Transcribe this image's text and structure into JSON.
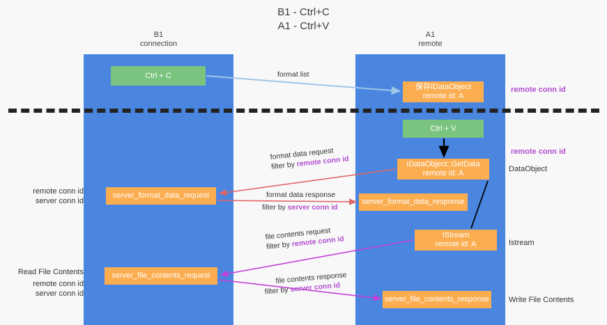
{
  "title": {
    "line1": "B1 - Ctrl+C",
    "line2": "A1 - Ctrl+V"
  },
  "lanes": [
    {
      "name": "B1",
      "role": "connection",
      "color": "#4a86e0"
    },
    {
      "name": "A1",
      "role": "remote",
      "color": "#4a86e0"
    }
  ],
  "colors": {
    "lane": "#4a86e0",
    "box_orange": "#fbad50",
    "box_green": "#7bc47f",
    "remote_conn_id": "#b24fcf",
    "server_conn_id": "#6aa84f",
    "arrow_format": "#e06666",
    "arrow_file": "#c23fd6",
    "arrow_list": "#9fc5e8",
    "arrow_black": "#000000",
    "divider": "#222222"
  },
  "boxes": {
    "ctrl_c": {
      "label": "Ctrl + C",
      "style": "green"
    },
    "data_object": {
      "line1": "保存IDataObject",
      "line2": "remote id: A",
      "style": "orange"
    },
    "ctrl_v": {
      "label": "Ctrl + V",
      "style": "green"
    },
    "get_data": {
      "line1": "IDataObject::GetData",
      "line2": "remote id: A",
      "style": "orange"
    },
    "server_format_data_request": {
      "label": "server_format_data_request",
      "style": "orange"
    },
    "server_format_data_response": {
      "label": "server_format_data_response",
      "style": "orange"
    },
    "istream": {
      "line1": "IStream",
      "line2": "remote id: A",
      "style": "orange"
    },
    "server_file_contents_request": {
      "label": "server_file_contents_request",
      "style": "orange"
    },
    "server_file_contents_response": {
      "label": "server_file_contents_response",
      "style": "orange"
    }
  },
  "edge_labels": {
    "format_list": "format list",
    "format_data_request": "format data request",
    "format_data_request_filter_prefix": "filter by ",
    "format_data_request_filter_term": "remote conn id",
    "format_data_response": "format data response",
    "format_data_response_filter_prefix": "filter by ",
    "format_data_response_filter_term": "server conn id",
    "file_contents_request": "file contents request",
    "file_contents_request_filter_prefix": "filter by ",
    "file_contents_request_filter_term": "remote conn id",
    "file_contents_response": "file contents response",
    "file_contents_response_filter_prefix": "filter by ",
    "file_contents_response_filter_term": "server conn id"
  },
  "annotations": {
    "right_remote_conn_id_top": "remote conn id",
    "right_remote_conn_id_mid": "remote conn id",
    "right_data_object": "DataObject",
    "right_istream": "Istream",
    "right_write_file_contents": "Write File Contents",
    "left_remote_conn_id": "remote conn id",
    "left_server_conn_id": "server conn id",
    "left_read_file_contents": "Read File Contents",
    "left_remote_conn_id_2": "remote conn id",
    "left_server_conn_id_2": "server conn id"
  }
}
